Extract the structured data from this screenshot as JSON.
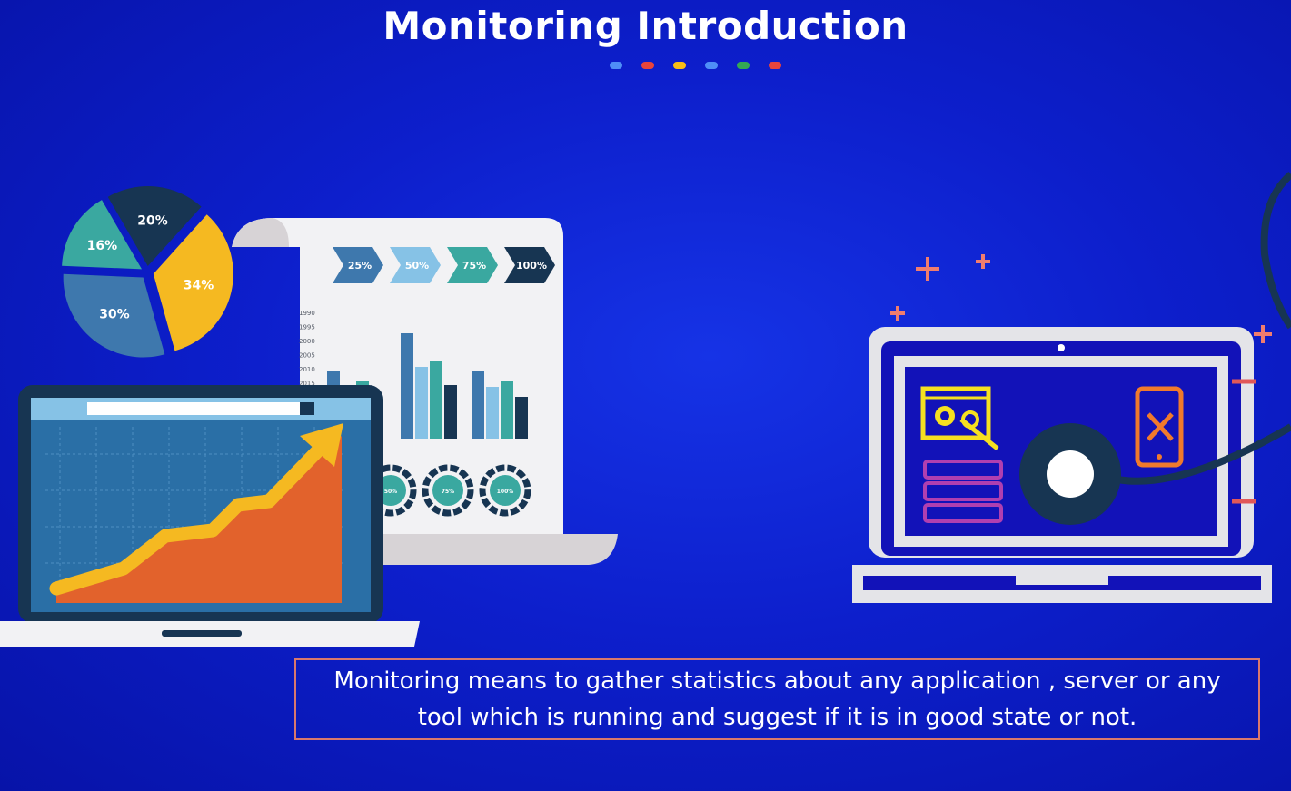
{
  "slide": {
    "title": "Monitoring Introduction",
    "caption": "Monitoring means to gather statistics about any application , server or any tool which is running and suggest if it is in good state or not."
  },
  "decor_dot_colors": [
    "#4f8ff7",
    "#e8453c",
    "#f8bf16",
    "#4f8ff7",
    "#34a853",
    "#e8453c"
  ],
  "pie": {
    "slices": [
      {
        "label": "20%",
        "value": 20,
        "color": "#173552"
      },
      {
        "label": "34%",
        "value": 34,
        "color": "#f5b921"
      },
      {
        "label": "30%",
        "value": 30,
        "color": "#3e78ad"
      },
      {
        "label": "16%",
        "value": 16,
        "color": "#3aa8a0"
      }
    ]
  },
  "document": {
    "progress_steps": [
      "25%",
      "50%",
      "75%",
      "100%"
    ],
    "step_colors": [
      "#3e78ad",
      "#86c2e6",
      "#3aa8a0",
      "#173552"
    ],
    "years": [
      "1990",
      "1995",
      "2000",
      "2005",
      "2010",
      "2015"
    ],
    "donut_labels": [
      "50%",
      "75%",
      "100%"
    ]
  },
  "icons": {
    "pie": "pie-chart-icon",
    "document": "report-document-icon",
    "laptop_left": "laptop-growth-chart-icon",
    "laptop_right": "laptop-monitoring-icon",
    "settings": "settings-window-icon",
    "server": "server-rack-icon",
    "phone": "phone-tools-icon",
    "stethoscope": "stethoscope-icon",
    "plus": "plus-icon"
  }
}
